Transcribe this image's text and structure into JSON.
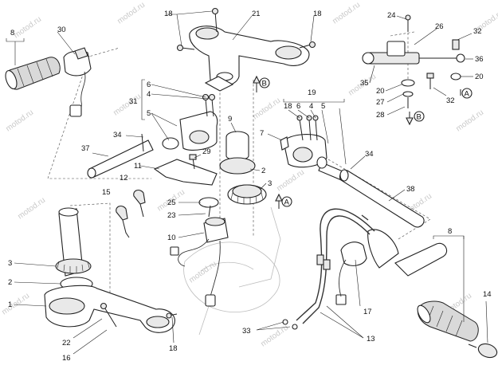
{
  "watermark": "motod.ru",
  "callouts": [
    {
      "text": "8"
    },
    {
      "text": "30"
    },
    {
      "text": "18"
    },
    {
      "text": "21"
    },
    {
      "text": "18"
    },
    {
      "text": "24"
    },
    {
      "text": "26"
    },
    {
      "text": "32"
    },
    {
      "text": "36"
    },
    {
      "text": "20"
    },
    {
      "text": "35"
    },
    {
      "text": "20"
    },
    {
      "text": "27"
    },
    {
      "text": "28"
    },
    {
      "text": "32"
    },
    {
      "text": "6"
    },
    {
      "text": "4"
    },
    {
      "text": "31"
    },
    {
      "text": "5"
    },
    {
      "text": "34"
    },
    {
      "text": "9"
    },
    {
      "text": "7"
    },
    {
      "text": "19"
    },
    {
      "text": "18"
    },
    {
      "text": "6"
    },
    {
      "text": "4"
    },
    {
      "text": "5"
    },
    {
      "text": "37"
    },
    {
      "text": "29"
    },
    {
      "text": "11"
    },
    {
      "text": "2"
    },
    {
      "text": "3"
    },
    {
      "text": "34"
    },
    {
      "text": "12"
    },
    {
      "text": "15"
    },
    {
      "text": "25"
    },
    {
      "text": "23"
    },
    {
      "text": "38"
    },
    {
      "text": "10"
    },
    {
      "text": "8"
    },
    {
      "text": "3"
    },
    {
      "text": "2"
    },
    {
      "text": "1"
    },
    {
      "text": "22"
    },
    {
      "text": "16"
    },
    {
      "text": "18"
    },
    {
      "text": "33"
    },
    {
      "text": "17"
    },
    {
      "text": "13"
    },
    {
      "text": "14"
    }
  ],
  "markers": [
    {
      "text": "B"
    },
    {
      "text": "A"
    },
    {
      "text": "B"
    },
    {
      "text": "A"
    }
  ],
  "brackets": [
    {
      "ref": "8"
    },
    {
      "ref": "31"
    },
    {
      "ref": "19"
    },
    {
      "ref": "8"
    }
  ]
}
